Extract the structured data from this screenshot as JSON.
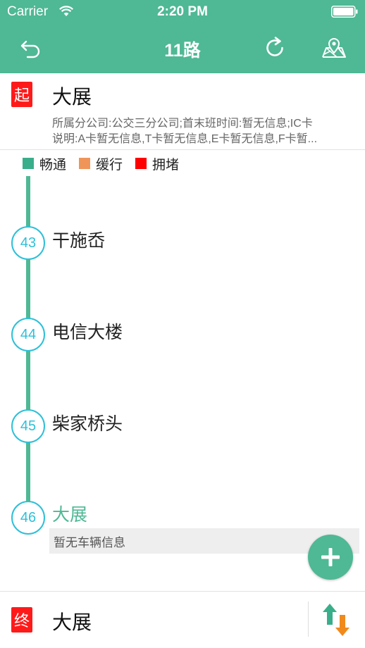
{
  "status_bar": {
    "carrier": "Carrier",
    "time": "2:20 PM"
  },
  "nav": {
    "title": "11路"
  },
  "start": {
    "badge": "起",
    "name": "大展",
    "info_line_1": "所属分公司:公交三分公司;首末班时间:暂无信息;IC卡",
    "info_line_2": "说明:A卡暂无信息,T卡暂无信息,E卡暂无信息,F卡暂..."
  },
  "legend": [
    {
      "label": "畅通",
      "color": "#3aae8a"
    },
    {
      "label": "缓行",
      "color": "#f0955a"
    },
    {
      "label": "拥堵",
      "color": "#ff0000"
    }
  ],
  "stops": [
    {
      "number": "43",
      "name": "干施岙"
    },
    {
      "number": "44",
      "name": "电信大楼"
    },
    {
      "number": "45",
      "name": "柴家桥头"
    },
    {
      "number": "46",
      "name": "大展"
    }
  ],
  "current_stop": {
    "vehicle_info": "暂无车辆信息"
  },
  "end": {
    "badge": "终",
    "name": "大展"
  },
  "colors": {
    "accent": "#4fb895",
    "stop_ring": "#2ec0d8",
    "badge": "#ff1a1a",
    "swap_up": "#3aae8a",
    "swap_down": "#f08a1c"
  }
}
